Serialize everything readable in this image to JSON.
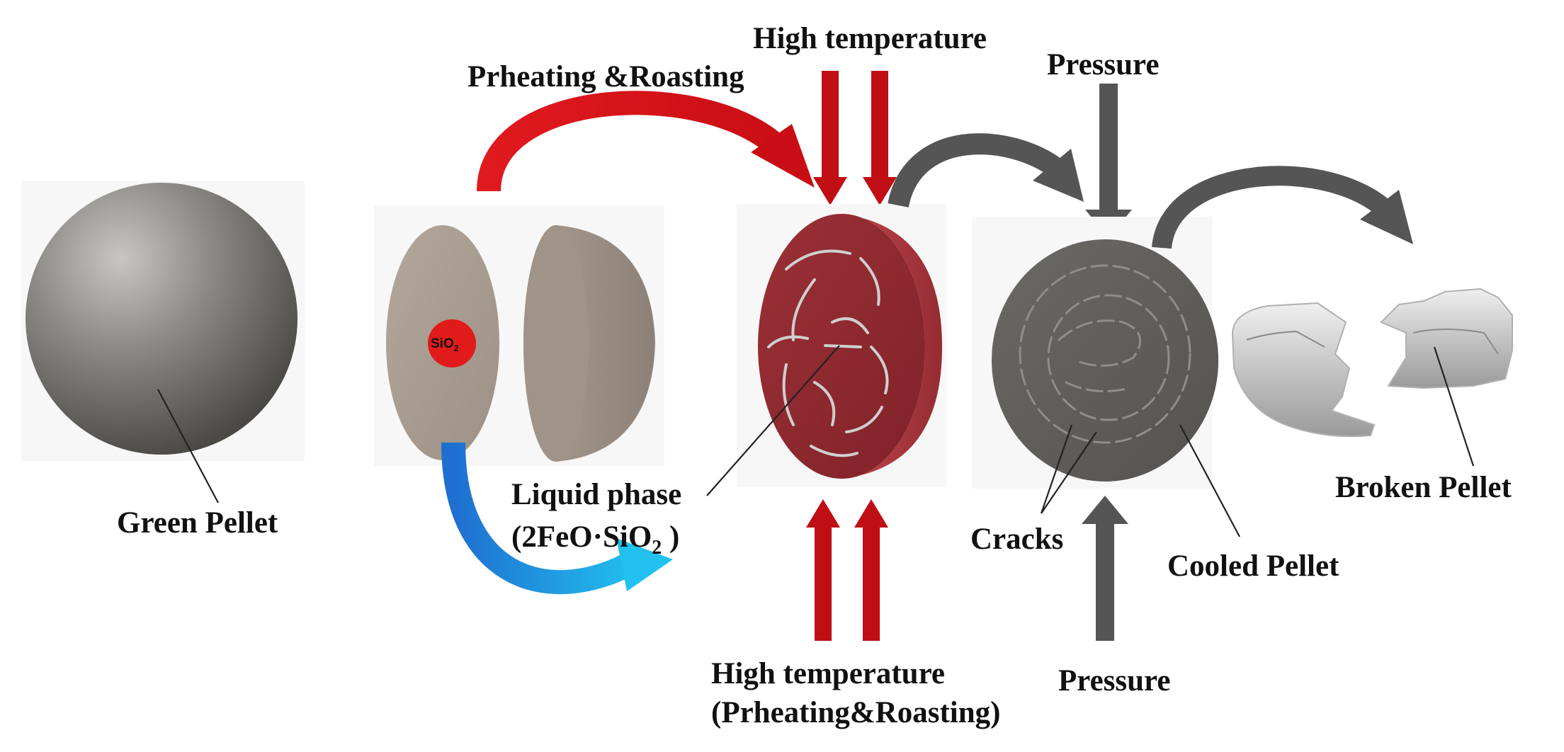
{
  "labels": {
    "green_pellet": "Green  Pellet",
    "sio2_main": "SiO",
    "sio2_sub": "2",
    "preheating_roasting": "Prheating &Roasting",
    "high_temp_top": "High temperature",
    "liquid_phase_line1": "Liquid phase",
    "liquid_phase_line2_main": "(2FeO·SiO",
    "liquid_phase_line2_sub": "2",
    "liquid_phase_line2_end": " )",
    "high_temp_bottom_line1": "High temperature",
    "high_temp_bottom_line2": "(Prheating&Roasting)",
    "pressure_top": "Pressure",
    "pressure_bottom": "Pressure",
    "cracks": "Cracks",
    "cooled_pellet": "Cooled Pellet",
    "broken_pellet": "Broken Pellet"
  },
  "colors": {
    "red_arrow": "#d80f16",
    "dark_red_arrow": "#c00f14",
    "blue_arrow": "#1aa3e0",
    "gray_arrow": "#555555",
    "sio2_dot": "#e11b1b",
    "roasted_pellet": "#9e343a",
    "cooled_pellet": "#5f5d5a",
    "green_pellet": "#7a7875",
    "split_pellet": "#a79a8e"
  }
}
